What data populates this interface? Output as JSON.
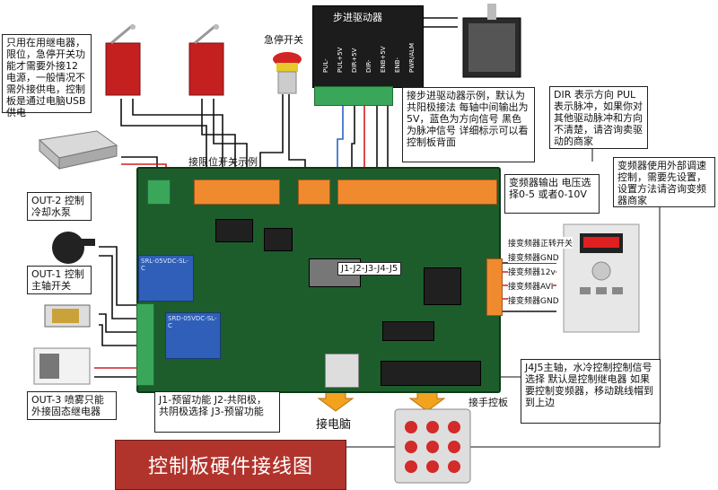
{
  "title": "控制板硬件接线图",
  "labels": {
    "stepper_driver": "步进驱动器",
    "estop": "急停开关",
    "limit_example": "接限位开关示例",
    "to_pc": "接电脑",
    "to_pendant": "接手控板",
    "jumpers": "J1-J2-J3-J4-J5"
  },
  "driver_pins": [
    "PUL-",
    "PUL+5V",
    "DIR+5V",
    "DIR-",
    "ENB+5V",
    "ENB-",
    "PWR/ALM"
  ],
  "notes": {
    "relay_power": "只用在用继电器，限位，急停开关功能才需要外接12电源，一般情况不需外接供电，控制板是通过电脑USB供电",
    "driver_example": "接步进驱动器示例，默认为共阳极接法 每轴中间输出为5V，蓝色为方向信号 黑色为脉冲信号 详细标示可以看控制板背面",
    "dir_pul": "DIR 表示方向 PUL 表示脉冲，如果你对其他驱动脉冲和方向不清楚，请咨询卖驱动的商家",
    "vfd_speed": "变频器使用外部调速控制，需要先设置，设置方法请咨询变频器商家",
    "vfd_output": "变频器输出 电压选择0-5 或者0-10V",
    "out2": "OUT-2 控制冷却水泵",
    "out1": "OUT-1 控制主轴开关",
    "out3": "OUT-3 喷雾只能外接固态继电器",
    "jumper_func": "J1-预留功能 J2-共阳极，共阴极选择 J3-预留功能",
    "j4j5": "J4J5主轴，水冷控制控制信号选择 默认是控制继电器 如果要控制变频器，移动跳线帽到到上边"
  },
  "vfd_pins": [
    "接变频器正转开关",
    "接变频器GND",
    "接变频器12v",
    "接变频器AVI",
    "接变频器GND"
  ],
  "board_text": {
    "relay1": "SRL-05VDC-SL-C",
    "relay2": "SRD-05VDC-SL-C"
  },
  "colors": {
    "title_bg": "#b1342c",
    "board": "#1d5d2c",
    "terminal": "#f08a2e",
    "wire_red": "#d01e1e",
    "wire_blue": "#2b62c8",
    "arrow": "#f2a21c"
  }
}
